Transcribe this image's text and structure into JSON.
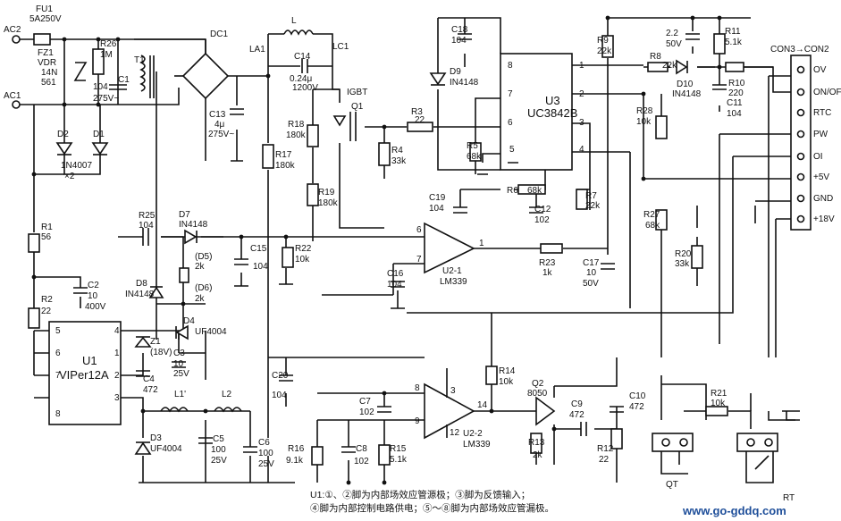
{
  "labels": {
    "fu1": "FU1",
    "fu1v": "5A250V",
    "ac2": "AC2",
    "ac1": "AC1",
    "fz1": "FZ1",
    "vdr": "VDR",
    "n14": "14N",
    "n561": "561",
    "r26": "R26",
    "r26v": "1M",
    "c1": "C1",
    "c1v": "104",
    "c1r": "275V~",
    "t1": "T1",
    "l": "L",
    "dc1": "DC1",
    "la1": "LA1",
    "lc1": "LC1",
    "c14": "C14",
    "c14v": "0.24μ",
    "c14r": "1200V",
    "c13": "C13",
    "c13v": "4μ",
    "c13r": "275V~",
    "igbt": "IGBT",
    "q1": "Q1",
    "r18": "R18",
    "r18v": "180k",
    "r17": "R17",
    "r17v": "180k",
    "r19": "R19",
    "r19v": "180k",
    "r3": "R3",
    "r3v": "22",
    "r4": "R4",
    "r4v": "33k",
    "r5": "R5",
    "r5v": "68k",
    "c18": "C18",
    "c18v": "104",
    "d9": "D9",
    "d9v": "IN4148",
    "u3": "U3",
    "u3v": "UC3842B",
    "p8": "8",
    "p1": "1",
    "p7": "7",
    "p2": "2",
    "p6": "6",
    "p3": "3",
    "p5": "5",
    "p4": "4",
    "r9": "R9",
    "r9v": "22k",
    "c22v": "2.2",
    "c22r": "50V",
    "r11": "R11",
    "r11v": "5.1k",
    "r8": "R8",
    "r8v": "22k",
    "d10": "D10",
    "d10v": "IN4148",
    "r10": "R10",
    "r10v": "220",
    "c11": "C11",
    "c11v": "104",
    "r28": "R28",
    "r28v": "10k",
    "r6": "R6",
    "r6v": "68k",
    "r7": "R7",
    "r7v": "22k",
    "c19": "C19",
    "c19v": "104",
    "c12": "C12",
    "c12v": "102",
    "conn": "CON3→CON2",
    "pins": [
      "OV",
      "ON/OFF",
      "RTC",
      "PW",
      "OI",
      "+5V",
      "GND",
      "+18V"
    ],
    "d2": "D2",
    "d1": "D1",
    "d12v": "1N4007",
    "x2": "×2",
    "r1": "R1",
    "r1v": "56",
    "r2": "R2",
    "r2v": "22",
    "c2": "C2",
    "c2v": "10",
    "c2r": "400V",
    "r25": "R25",
    "r25v": "104",
    "d7": "D7",
    "d7v": "IN4148",
    "d8": "D8",
    "d8v": "IN4148",
    "d5": "(D5)",
    "d5v": "2k",
    "d6": "(D6)",
    "d6v": "2k",
    "c15": "C15",
    "c15v": "104",
    "r22": "R22",
    "r22v": "10k",
    "u21": "U2-1",
    "u21v": "LM339",
    "p6b": "6",
    "p7b": "7",
    "p1b": "1",
    "c16": "C16",
    "c16v": "104",
    "r23": "R23",
    "r23v": "1k",
    "c17": "C17",
    "c17v": "10",
    "c17r": "50V",
    "r27": "R27",
    "r27v": "68k",
    "r20": "R20",
    "r20v": "33k",
    "u1": "U1",
    "u1v": "VIPer12A",
    "u1p": [
      "5",
      "4",
      "1",
      "2",
      "3",
      "6",
      "7",
      "8"
    ],
    "z1": "Z1",
    "z1v": "(18V)",
    "d4": "D4",
    "d4v": "UF4004",
    "c3": "C3",
    "c3v": "10",
    "c3r": "25V",
    "c4": "C4",
    "c4v": "472",
    "d3": "D3",
    "d3v": "UF4004",
    "l1": "L1'",
    "l2": "L2",
    "c5": "C5",
    "c5v": "100",
    "c5r": "25V",
    "c6": "C6",
    "c6v": "100",
    "c6r": "25V",
    "c20": "C20",
    "c20v": "104",
    "c7": "C7",
    "c7v": "102",
    "c8": "C8",
    "c8v": "102",
    "r16": "R16",
    "r16v": "9.1k",
    "r15": "R15",
    "r15v": "5.1k",
    "u22": "U2-2",
    "u22v": "LM339",
    "p8b": "8",
    "p9b": "9",
    "p3b": "3",
    "p12b": "12",
    "p14b": "14",
    "r14": "R14",
    "r14v": "10k",
    "q2": "Q2",
    "q2v": "8050",
    "r13": "R13",
    "r13v": "2k",
    "c9": "C9",
    "c9v": "472",
    "c10": "C10",
    "c10v": "472",
    "r12": "R12",
    "r12v": "22",
    "r21": "R21",
    "r21v": "10k",
    "qt": "QT",
    "rt": "RT",
    "note1": "U1:①、②脚为内部场效应管源极；③脚为反馈输入；",
    "note2": "④脚为内部控制电路供电；⑤～⑧脚为内部场效应管漏极。",
    "watermark": "www.go-gddq.com"
  }
}
